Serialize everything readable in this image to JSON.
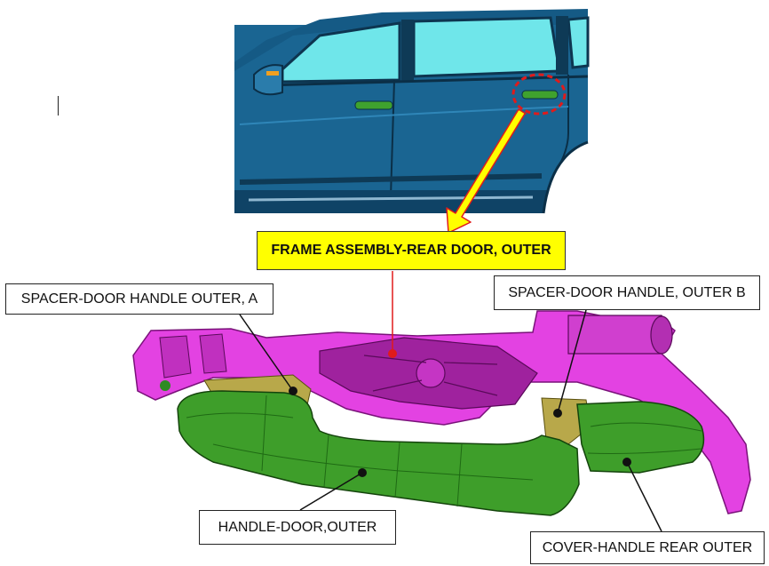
{
  "title": "FRAME ASSEMBLY-REAR DOOR, OUTER",
  "labels": {
    "spacer_a": "SPACER-DOOR HANDLE OUTER, A",
    "spacer_b": "SPACER-DOOR HANDLE, OUTER B",
    "handle": "HANDLE-DOOR,OUTER",
    "cover": "COVER-HANDLE REAR OUTER"
  },
  "colors": {
    "car_body": "#1f6f9e",
    "window": "#6fe6ea",
    "frame": "#e43fe3",
    "handle": "#3e9e2a",
    "spacer": "#b8a84a",
    "callout_circle": "#e01b1b",
    "arrow": "#ffff00",
    "title_bg": "#ffff00"
  }
}
